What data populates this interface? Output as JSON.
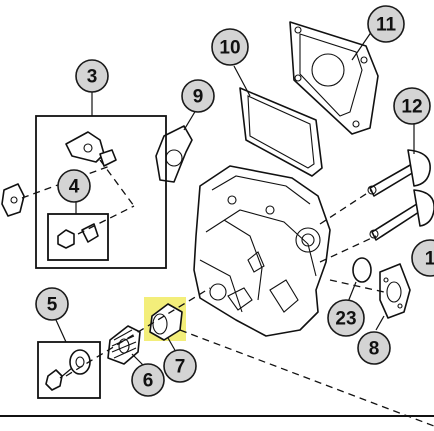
{
  "diagram": {
    "callouts": [
      {
        "label": "11"
      },
      {
        "label": "10"
      },
      {
        "label": "9"
      },
      {
        "label": "3"
      },
      {
        "label": "12"
      },
      {
        "label": "4"
      },
      {
        "label": "1"
      },
      {
        "label": "5"
      },
      {
        "label": "23"
      },
      {
        "label": "8"
      },
      {
        "label": "7"
      },
      {
        "label": "6"
      }
    ],
    "colors": {
      "highlight": "#f3ee7a",
      "callout_fill": "#d4d4d4",
      "ink": "#111111"
    }
  }
}
